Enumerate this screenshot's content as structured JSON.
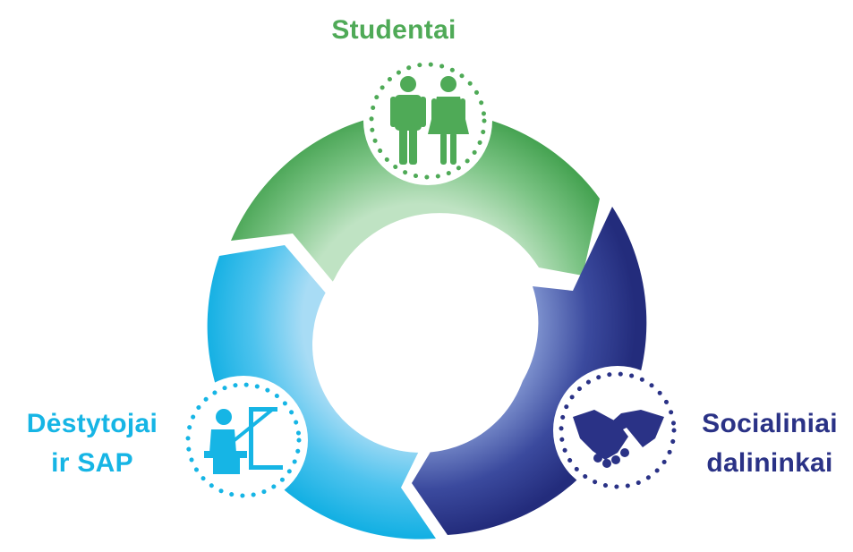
{
  "colors": {
    "students": "#4faa57",
    "teachers": "#16b5e5",
    "partners": "#2a3286",
    "background": "#ffffff"
  },
  "nodes": {
    "students": {
      "label": "Studentai",
      "icon": "students-icon"
    },
    "teachers": {
      "label_line1": "Dėstytojai",
      "label_line2": "ir SAP",
      "icon": "teacher-icon"
    },
    "partners": {
      "label_line1": "Socialiniai",
      "label_line2": "dalininkai",
      "icon": "handshake-icon"
    }
  }
}
